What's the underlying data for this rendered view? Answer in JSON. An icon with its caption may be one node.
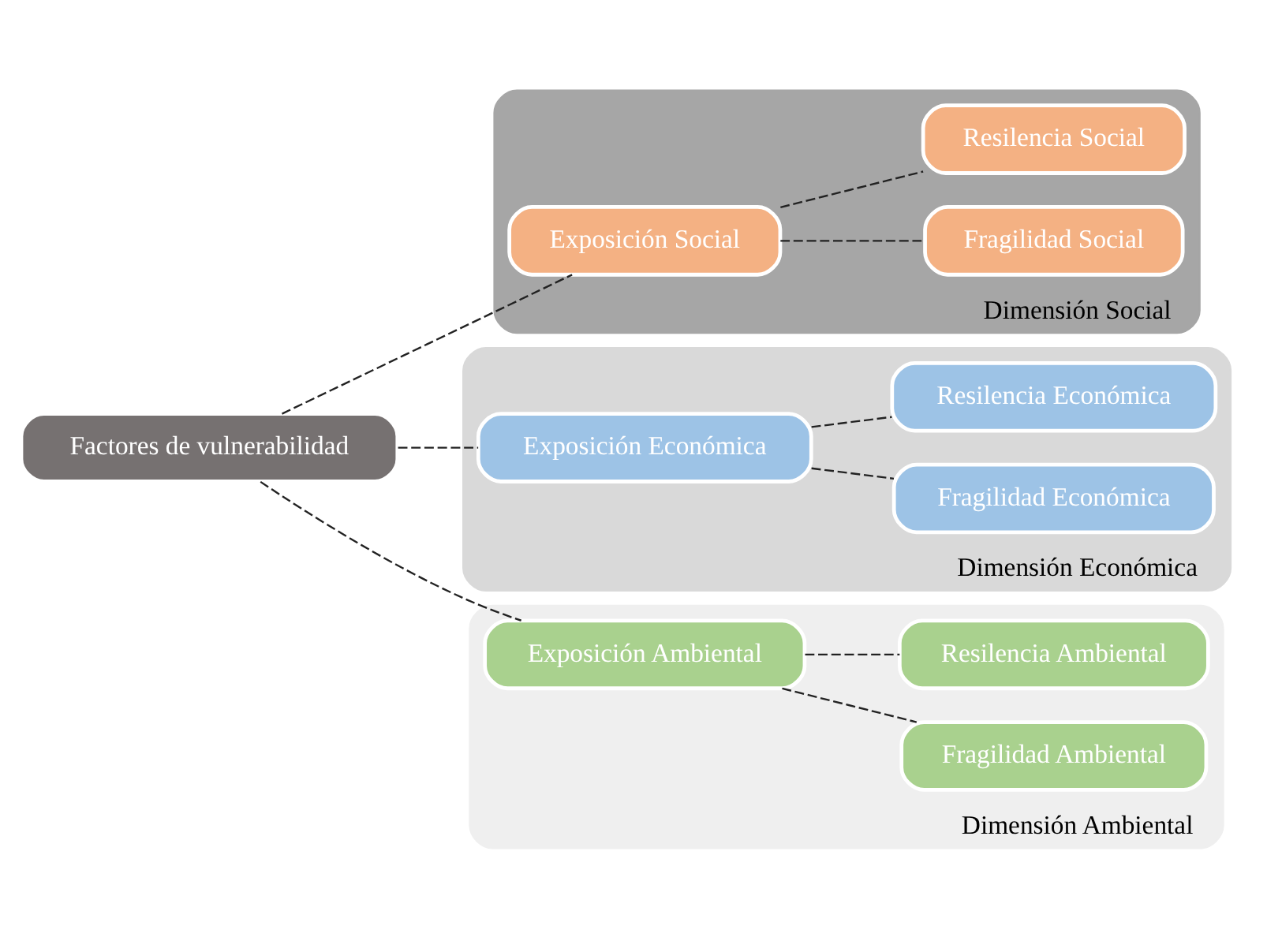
{
  "diagram": {
    "nodes": [
      {
        "text": [
          "Factores de vulnerabilidad"
        ]
      },
      {
        "text": [
          "Dimensión Social"
        ]
      },
      {
        "text": [
          "Exposición Social"
        ],
        "in": 1
      },
      {
        "text": [
          "Fragilidad Social"
        ],
        "in": 1
      },
      {
        "text": [
          "Resilencia Social"
        ],
        "in": 1
      },
      {
        "text": [
          "Dimensión Económica"
        ]
      },
      {
        "text": [
          "Exposición Económica"
        ],
        "in": 5
      },
      {
        "text": [
          "Fragilidad Económica"
        ],
        "in": 5
      },
      {
        "text": [
          "Resilencia Económica"
        ],
        "in": 5
      },
      {
        "text": [
          "Dimensión Ambiental"
        ]
      },
      {
        "text": [
          "Exposición Ambiental"
        ],
        "in": 9
      },
      {
        "text": [
          "Fragilidad Ambiental"
        ],
        "in": 9
      },
      {
        "text": [
          "Resilencia Ambiental"
        ],
        "in": 9
      }
    ],
    "edges": [
      {
        "from": 0,
        "to": 2,
        "arrow": "none",
        "style": "dashed"
      },
      {
        "from": 0,
        "to": 6,
        "arrow": "none",
        "style": "dashed"
      },
      {
        "from": 0,
        "to": 10,
        "arrow": "none",
        "style": "dashed"
      },
      {
        "from": 2,
        "to": 3,
        "arrow": "none",
        "style": "dashed"
      },
      {
        "from": 2,
        "to": 4,
        "arrow": "none",
        "style": "dashed"
      },
      {
        "from": 6,
        "to": 7,
        "arrow": "none",
        "style": "dashed"
      },
      {
        "from": 6,
        "to": 8,
        "arrow": "none",
        "style": "dashed"
      },
      {
        "from": 10,
        "to": 11,
        "arrow": "none",
        "style": "dashed"
      },
      {
        "from": 10,
        "to": 12,
        "arrow": "none",
        "style": "dashed"
      }
    ]
  }
}
